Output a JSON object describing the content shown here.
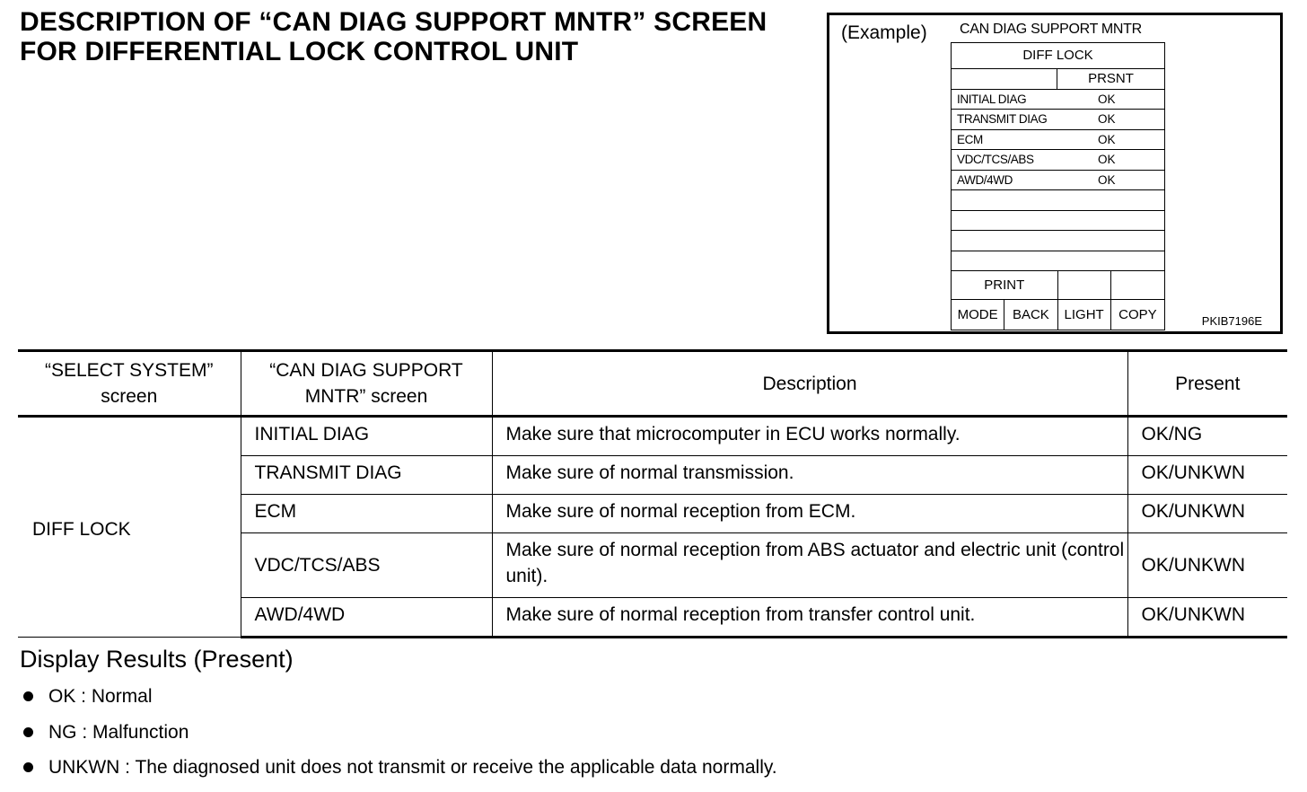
{
  "title": {
    "line1": "DESCRIPTION OF “CAN DIAG SUPPORT MNTR” SCREEN",
    "line2": "FOR DIFFERENTIAL LOCK CONTROL UNIT"
  },
  "example": {
    "label": "(Example)",
    "screen_title": "CAN DIAG SUPPORT MNTR",
    "system": "DIFF LOCK",
    "column": "PRSNT",
    "items": [
      {
        "name": "INITIAL DIAG",
        "value": "OK"
      },
      {
        "name": "TRANSMIT DIAG",
        "value": "OK"
      },
      {
        "name": "ECM",
        "value": "OK"
      },
      {
        "name": "VDC/TCS/ABS",
        "value": "OK"
      },
      {
        "name": "AWD/4WD",
        "value": "OK"
      }
    ],
    "buttons": {
      "print": "PRINT",
      "mode": "MODE",
      "back": "BACK",
      "light": "LIGHT",
      "copy": "COPY"
    },
    "ref_code": "PKIB7196E"
  },
  "table": {
    "headers": {
      "select_system": "“SELECT SYSTEM” screen",
      "can_diag": "“CAN DIAG SUPPORT MNTR” screen",
      "description": "Description",
      "present": "Present"
    },
    "system": "DIFF LOCK",
    "rows": [
      {
        "item": "INITIAL DIAG",
        "description": "Make sure that microcomputer in ECU works normally.",
        "present": "OK/NG"
      },
      {
        "item": "TRANSMIT DIAG",
        "description": "Make sure of normal transmission.",
        "present": "OK/UNKWN"
      },
      {
        "item": "ECM",
        "description": "Make sure of normal reception from ECM.",
        "present": "OK/UNKWN"
      },
      {
        "item": "VDC/TCS/ABS",
        "description": "Make sure of normal reception from ABS actuator and electric unit (control unit).",
        "present": "OK/UNKWN"
      },
      {
        "item": "AWD/4WD",
        "description": "Make sure of normal reception from transfer control unit.",
        "present": "OK/UNKWN"
      }
    ]
  },
  "results": {
    "heading": "Display Results (Present)",
    "items": [
      "OK : Normal",
      "NG : Malfunction",
      "UNKWN : The diagnosed unit does not transmit or receive the applicable data normally."
    ]
  }
}
